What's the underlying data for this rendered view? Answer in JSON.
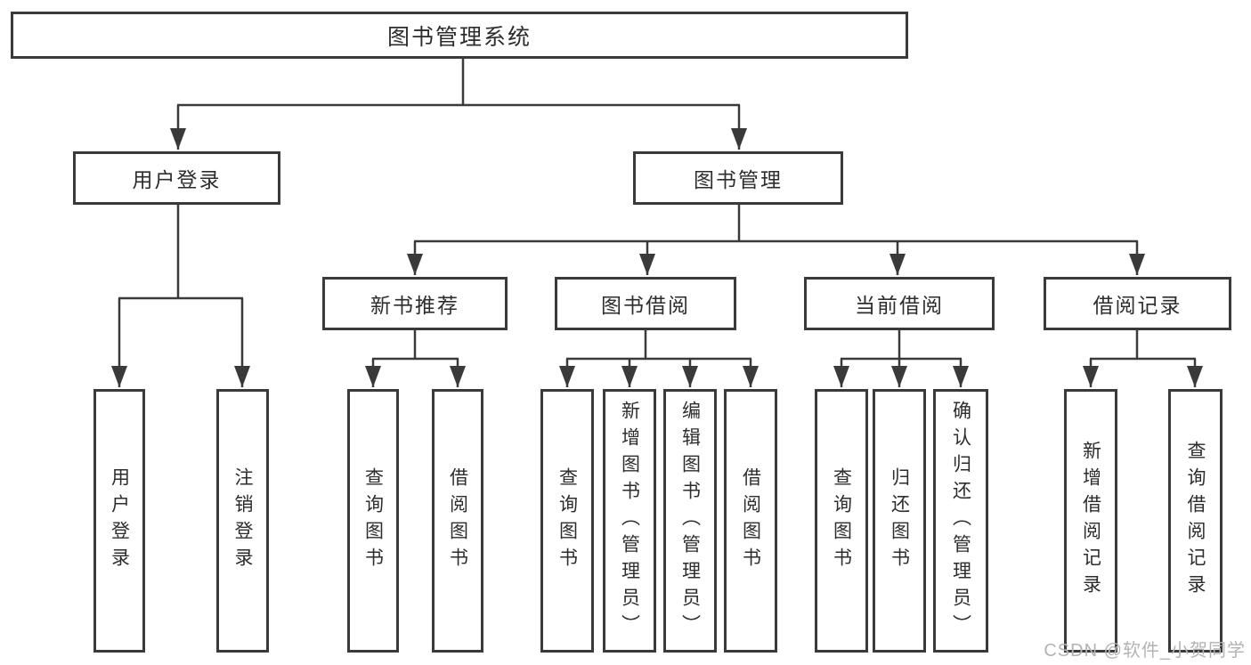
{
  "tree": {
    "label": "图书管理系统",
    "children": [
      {
        "label": "用户登录",
        "children": [
          {
            "label": "用户登录"
          },
          {
            "label": "注销登录"
          }
        ]
      },
      {
        "label": "图书管理",
        "children": [
          {
            "label": "新书推荐",
            "children": [
              {
                "label": "查询图书"
              },
              {
                "label": "借阅图书"
              }
            ]
          },
          {
            "label": "图书借阅",
            "children": [
              {
                "label": "查询图书"
              },
              {
                "label": "新增图书（管理员）"
              },
              {
                "label": "编辑图书（管理员）"
              },
              {
                "label": "借阅图书"
              }
            ]
          },
          {
            "label": "当前借阅",
            "children": [
              {
                "label": "查询图书"
              },
              {
                "label": "归还图书"
              },
              {
                "label": "确认归还（管理员）"
              }
            ]
          },
          {
            "label": "借阅记录",
            "children": [
              {
                "label": "新增借阅记录"
              },
              {
                "label": "查询借阅记录"
              }
            ]
          }
        ]
      }
    ]
  },
  "watermark": {
    "text": "CSDN @软件_小贺同学"
  },
  "colors": {
    "line": "#3a3a3a",
    "text": "#2d2d2d",
    "watermark": "#b3b3b3",
    "background": "#ffffff"
  }
}
